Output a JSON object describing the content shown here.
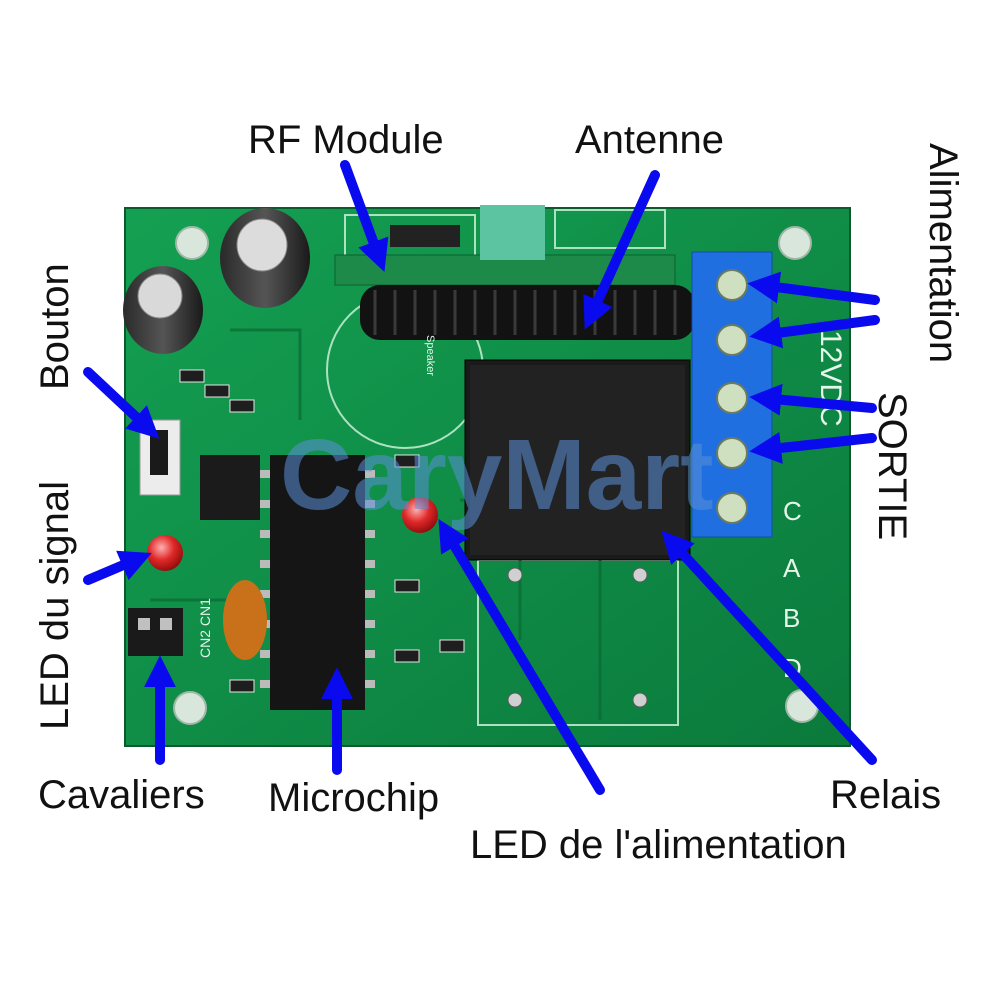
{
  "labels": {
    "rf_module": "RF Module",
    "antenne": "Antenne",
    "alimentation": "Alimentation",
    "sortie": "SORTIE",
    "bouton": "Bouton",
    "led_signal": "LED du signal",
    "cavaliers": "Cavaliers",
    "microchip": "Microchip",
    "led_alimentation": "LED de l'alimentation",
    "relais": "Relais"
  },
  "watermark": "CaryMart",
  "board_silkscreen": {
    "voltage": "12VDC",
    "terminals": [
      "C",
      "A",
      "B",
      "D"
    ],
    "speaker": "Speaker",
    "jumper": "CN2 CN1"
  },
  "colors": {
    "arrow": "#0a0aee",
    "pcb": "#0e8a45",
    "terminal_block": "#1f6fe0",
    "watermark": "#5a8fd8"
  }
}
